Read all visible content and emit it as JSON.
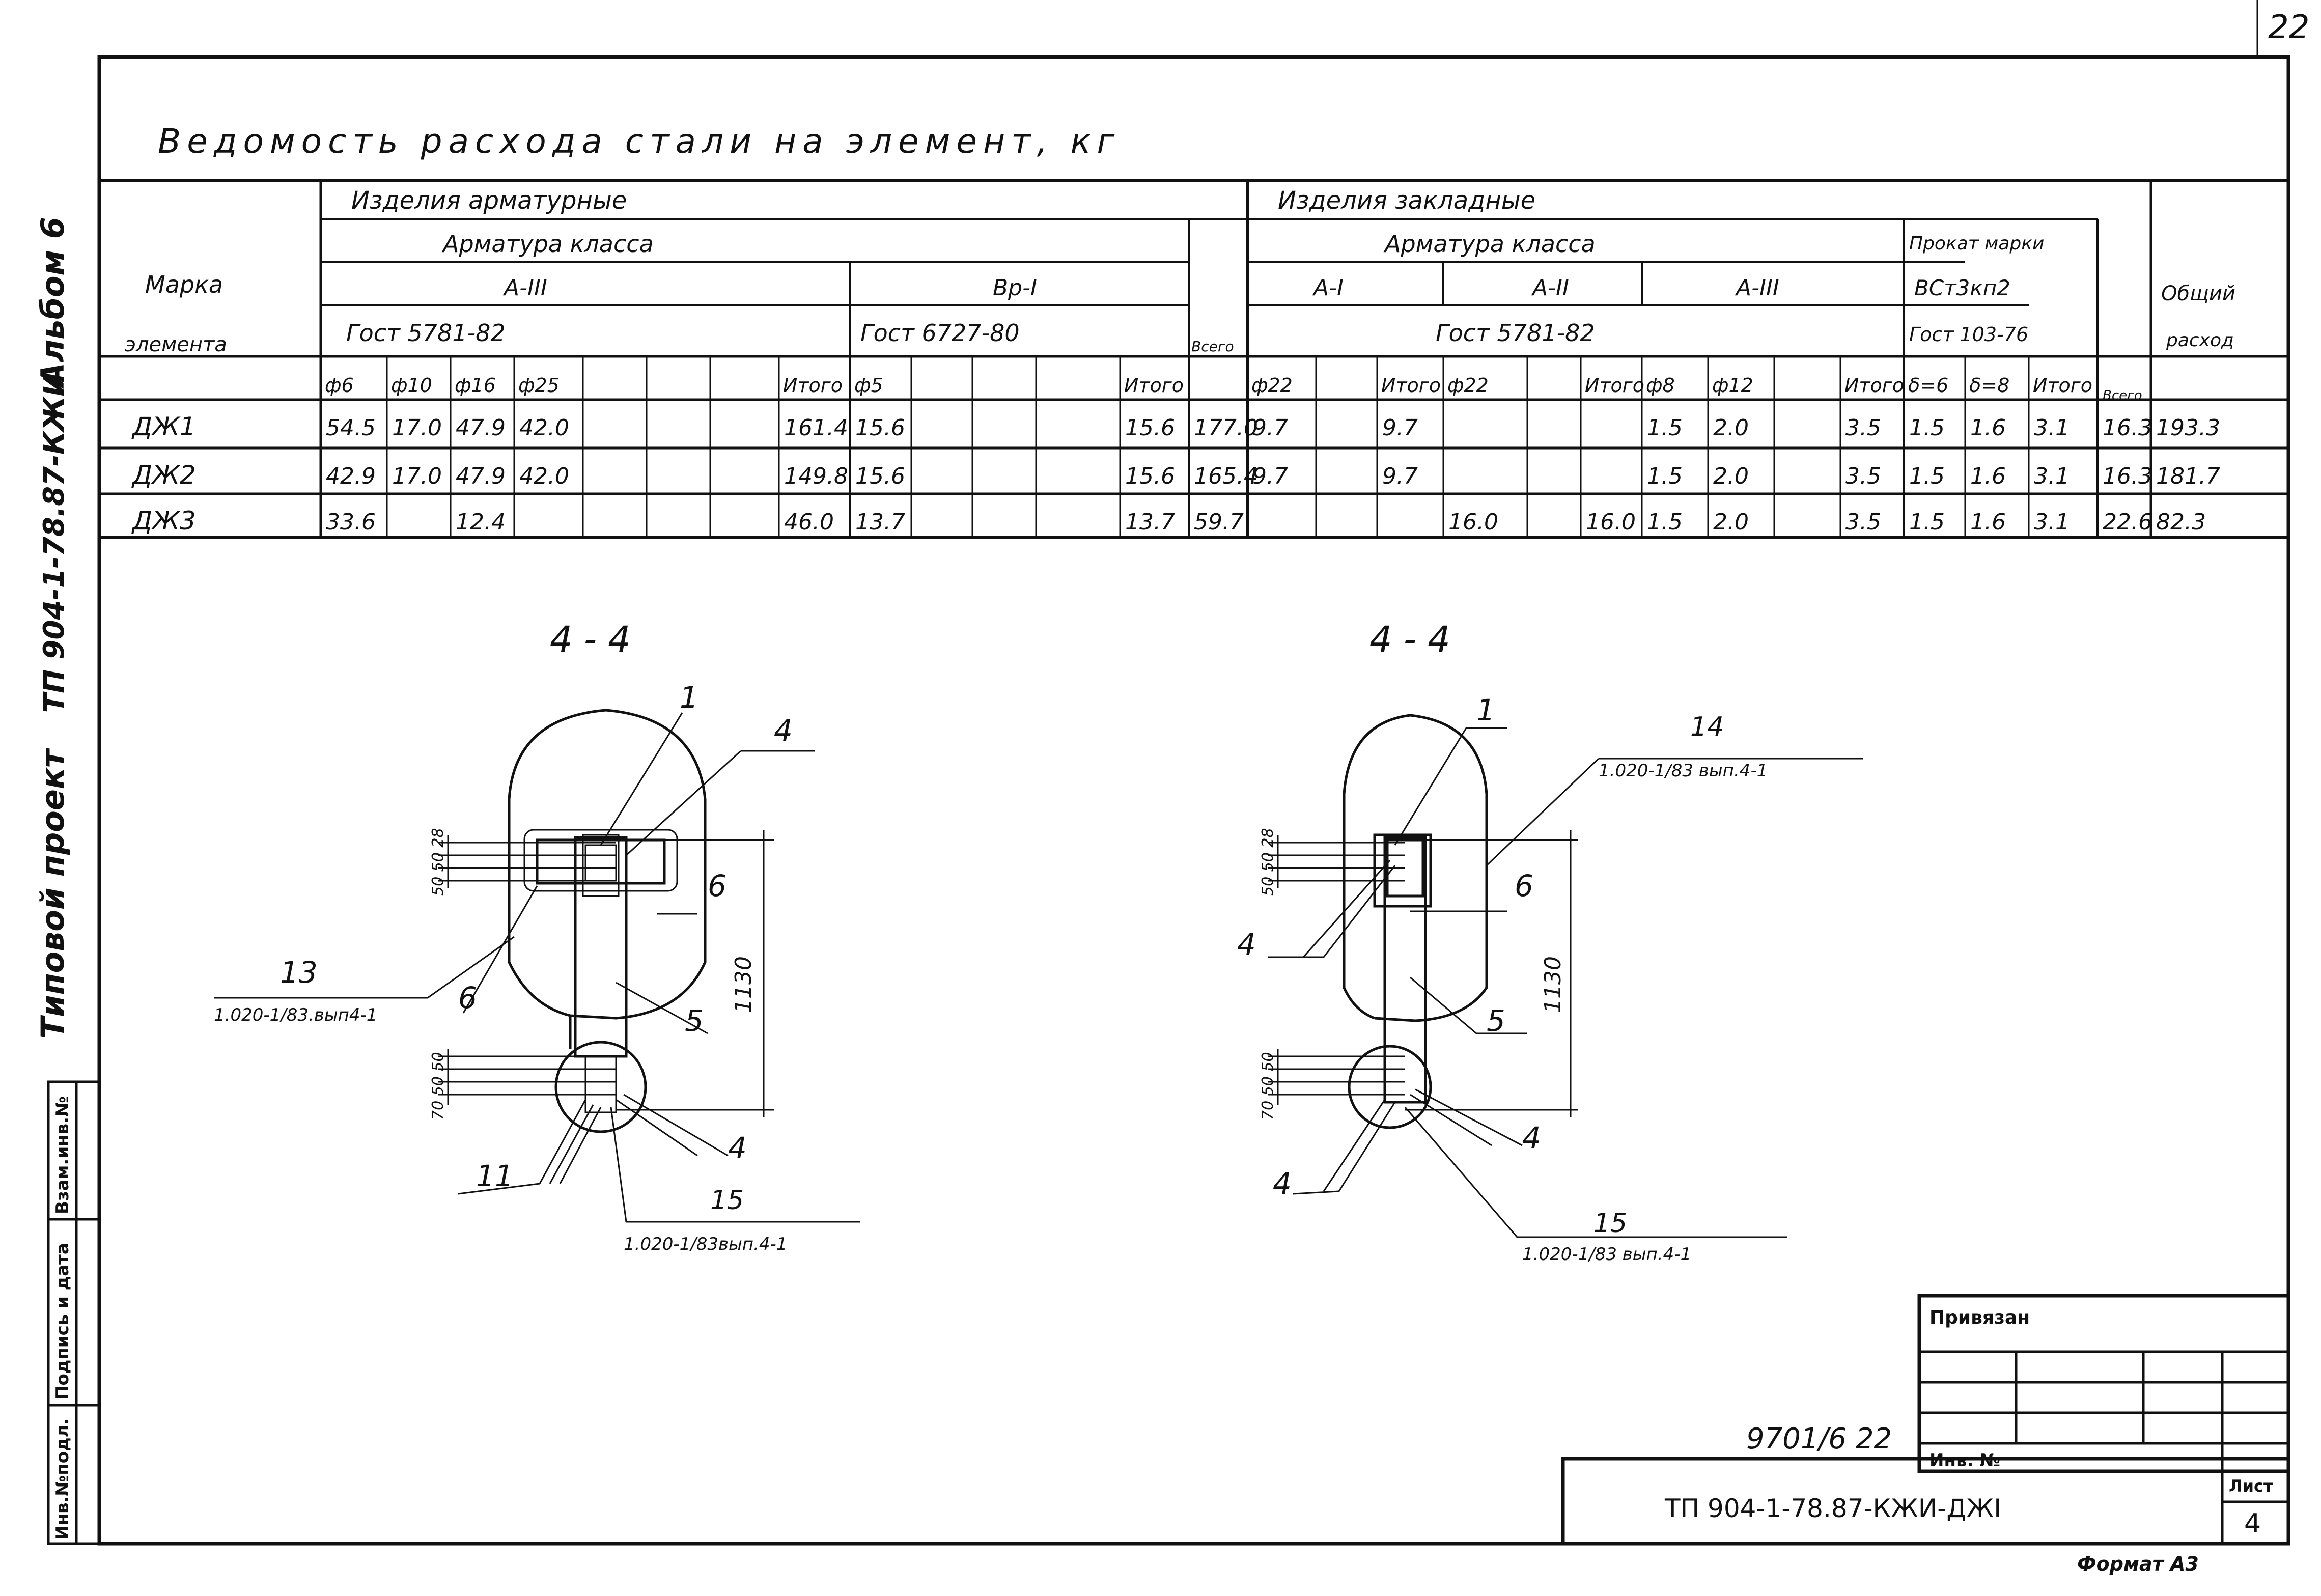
{
  "page_number": "22",
  "title": "Ведомость расхода стали на элемент, кг",
  "side_titles": {
    "album": "Альбом 6",
    "project_code": "ТП 904-1-78.87-КЖИ",
    "project_type": "Типовой проект"
  },
  "stamp_cells": [
    "Инв.№подл.",
    "Подпись и дата",
    "Взам.инв.№"
  ],
  "table": {
    "marka_header": "Марка",
    "element_header": "элемента",
    "group_left": "Изделия арматурные",
    "group_right": "Изделия закладные",
    "armatura_klassa": "Арматура класса",
    "armatura_klassa_right": "Арматура класса",
    "prokat": "Прокат марки",
    "class_a3": "А-III",
    "class_bp1": "Вр-I",
    "class_a1": "А-I",
    "class_a2": "А-II",
    "class_a3_right": "А-III",
    "grade_vst": "ВСт3кп2",
    "gost_5781": "Гост 5781-82",
    "gost_6727": "Гост 6727-80",
    "gost_5781_right": "Гост 5781-82",
    "gost_103": "Гост 103-76",
    "vsego": "Всего",
    "vsego2": "Всего",
    "obshchiy": "Общий",
    "raskhod": "расход",
    "col_headers": [
      "ф6",
      "ф10",
      "ф16",
      "ф25",
      "",
      "",
      "",
      "Итого",
      "ф5",
      "",
      "",
      "",
      "Итого",
      "",
      "ф22",
      "",
      "Итого",
      "ф22",
      "",
      "Итого",
      "ф8",
      "ф12",
      "",
      "Итого",
      "δ=6",
      "δ=8",
      "Итого",
      "",
      ""
    ],
    "rows": [
      {
        "mark": "ДЖ1",
        "cells": [
          "54.5",
          "17.0",
          "47.9",
          "42.0",
          "",
          "",
          "",
          "161.4",
          "15.6",
          "",
          "",
          "",
          "15.6",
          "177.0",
          "9.7",
          "",
          "9.7",
          "",
          "",
          "",
          "1.5",
          "2.0",
          "",
          "3.5",
          "1.5",
          "1.6",
          "3.1",
          "16.3",
          "193.3"
        ]
      },
      {
        "mark": "ДЖ2",
        "cells": [
          "42.9",
          "17.0",
          "47.9",
          "42.0",
          "",
          "",
          "",
          "149.8",
          "15.6",
          "",
          "",
          "",
          "15.6",
          "165.4",
          "9.7",
          "",
          "9.7",
          "",
          "",
          "",
          "1.5",
          "2.0",
          "",
          "3.5",
          "1.5",
          "1.6",
          "3.1",
          "16.3",
          "181.7"
        ]
      },
      {
        "mark": "ДЖ3",
        "cells": [
          "33.6",
          "",
          "12.4",
          "",
          "",
          "",
          "",
          "46.0",
          "13.7",
          "",
          "",
          "",
          "13.7",
          "59.7",
          "",
          "",
          "",
          "16.0",
          "",
          "16.0",
          "1.5",
          "2.0",
          "",
          "3.5",
          "1.5",
          "1.6",
          "3.1",
          "22.6",
          "82.3"
        ]
      }
    ]
  },
  "section_left": {
    "label": "4 - 4",
    "dim_1130": "1130",
    "dims_top": "50 50 28",
    "dims_bottom": "70 50 50",
    "callouts": {
      "c1": "1",
      "c4": "4",
      "c6a": "6",
      "c6b": "6",
      "c13": "13",
      "c5": "5",
      "c11": "11",
      "c4b": "4",
      "c15": "15"
    },
    "ref_13": "1.020-1/83.вып4-1",
    "ref_15": "1.020-1/83вып.4-1"
  },
  "section_right": {
    "label": "4 - 4",
    "dim_1130": "1130",
    "dims_top": "50 50 28",
    "dims_bottom": "70 50 50",
    "callouts": {
      "c1": "1",
      "c14": "14",
      "c6": "6",
      "c4a": "4",
      "c5": "5",
      "c4b": "4",
      "c4c": "4",
      "c15": "15"
    },
    "ref_14": "1.020-1/83 вып.4-1",
    "ref_15": "1.020-1/83 вып.4-1"
  },
  "title_block": {
    "privyazan": "Привязан",
    "inv_label": "Инв. №",
    "inv_number": "9701/6  22",
    "code": "ТП 904-1-78.87-КЖИ-ДЖI",
    "sheet_label": "Лист",
    "sheet_value": "4",
    "format": "Формат А3"
  }
}
